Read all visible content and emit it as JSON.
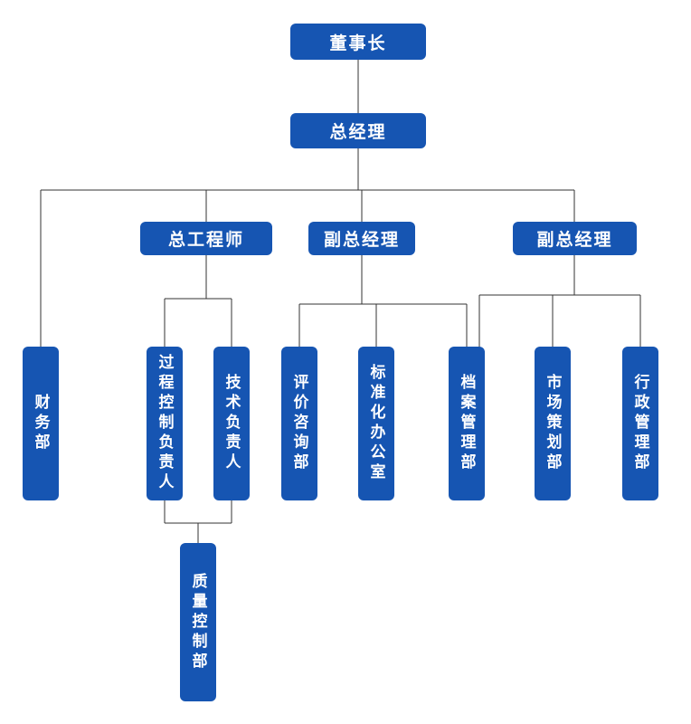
{
  "colors": {
    "node_bg": "#1655b2",
    "node_text": "#ffffff",
    "line_color": "#333333",
    "page_bg": "#ffffff"
  },
  "nodes": {
    "chairman": {
      "label": "董事长"
    },
    "general_manager": {
      "label": "总经理"
    },
    "chief_engineer": {
      "label": "总工程师"
    },
    "deputy_gm_left": {
      "label": "副总经理"
    },
    "deputy_gm_right": {
      "label": "副总经理"
    },
    "finance_dept": {
      "label": "财务部"
    },
    "process_control_lead": {
      "label": "过程控制负责人"
    },
    "technical_lead": {
      "label": "技术负责人"
    },
    "evaluation_consulting_dept": {
      "label": "评价咨询部"
    },
    "standardization_office": {
      "label": "标准化办公室"
    },
    "archives_dept": {
      "label": "档案管理部"
    },
    "marketing_planning_dept": {
      "label": "市场策划部"
    },
    "admin_dept": {
      "label": "行政管理部"
    },
    "quality_control_dept": {
      "label": "质量控制部"
    }
  },
  "edges": [
    {
      "from": "chairman",
      "to": "general_manager"
    },
    {
      "from": "general_manager",
      "to": "finance_dept"
    },
    {
      "from": "general_manager",
      "to": "chief_engineer"
    },
    {
      "from": "general_manager",
      "to": "deputy_gm_left"
    },
    {
      "from": "general_manager",
      "to": "deputy_gm_right"
    },
    {
      "from": "chief_engineer",
      "to": "process_control_lead"
    },
    {
      "from": "chief_engineer",
      "to": "technical_lead"
    },
    {
      "from": "deputy_gm_left",
      "to": "evaluation_consulting_dept"
    },
    {
      "from": "deputy_gm_left",
      "to": "standardization_office"
    },
    {
      "from": "deputy_gm_left",
      "to": "archives_dept"
    },
    {
      "from": "deputy_gm_right",
      "to": "archives_dept"
    },
    {
      "from": "deputy_gm_right",
      "to": "marketing_planning_dept"
    },
    {
      "from": "deputy_gm_right",
      "to": "admin_dept"
    },
    {
      "from": "process_control_lead",
      "to": "quality_control_dept"
    },
    {
      "from": "technical_lead",
      "to": "quality_control_dept"
    }
  ]
}
